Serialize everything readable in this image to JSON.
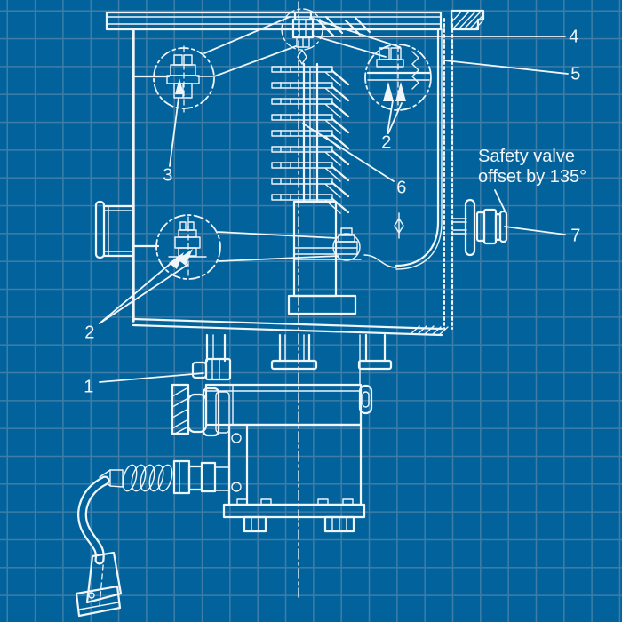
{
  "colors": {
    "background": "#02639c",
    "grid": "#3e7da8",
    "line": "#eff5f9"
  },
  "callouts": [
    {
      "num": "4"
    },
    {
      "num": "5"
    },
    {
      "num": "7"
    },
    {
      "num": "2"
    },
    {
      "num": "6"
    },
    {
      "num": "3"
    },
    {
      "num": "2"
    },
    {
      "num": "1"
    }
  ],
  "annotation": {
    "lines": [
      "Safety valve",
      "offset by 135°"
    ]
  }
}
